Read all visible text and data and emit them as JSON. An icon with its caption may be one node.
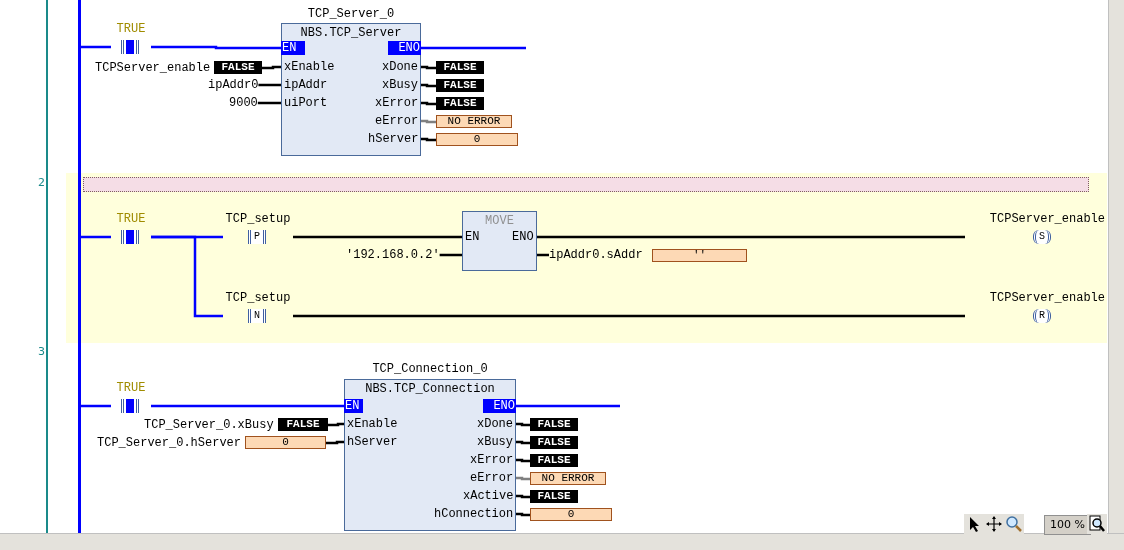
{
  "diagram": {
    "nodes": [
      {
        "text": [],
        "shape": "bar"
      },
      {
        "text": [
          "TRUE"
        ]
      },
      {
        "text": [
          "TCP_Server_0",
          "NBS.TCP_Server"
        ]
      },
      {
        "text": [
          "EN"
        ],
        "in": 2
      },
      {
        "text": [
          "ENO"
        ],
        "in": 2
      },
      {
        "text": [
          "xEnable"
        ],
        "in": 2
      },
      {
        "text": [
          "ipAddr"
        ],
        "in": 2
      },
      {
        "text": [
          "uiPort"
        ],
        "in": 2
      },
      {
        "text": [
          "xDone"
        ],
        "in": 2
      },
      {
        "text": [
          "xBusy"
        ],
        "in": 2
      },
      {
        "text": [
          "xError"
        ],
        "in": 2
      },
      {
        "text": [
          "eError"
        ],
        "in": 2
      },
      {
        "text": [
          "hServer"
        ],
        "in": 2
      },
      {
        "text": [
          "FALSE"
        ],
        "beside": [
          "TCPServer_enable"
        ]
      },
      {
        "text": [
          "ipAddr0"
        ]
      },
      {
        "text": [
          "9000"
        ]
      },
      {
        "text": [
          "FALSE"
        ]
      },
      {
        "text": [
          "FALSE"
        ]
      },
      {
        "text": [
          "FALSE"
        ]
      },
      {
        "text": [
          "NO ERROR"
        ]
      },
      {
        "text": [
          "0"
        ]
      },
      {
        "text": [
          "TRUE"
        ]
      },
      {
        "text": [
          "TCP_setup",
          "P"
        ]
      },
      {
        "text": [
          "MOVE"
        ]
      },
      {
        "text": [
          "EN"
        ],
        "in": 23
      },
      {
        "text": [
          "ENO"
        ],
        "in": 23
      },
      {
        "text": [
          "'192.168.0.2'"
        ]
      },
      {
        "text": [
          "ipAddr0.sAddr"
        ]
      },
      {
        "text": [
          "''"
        ]
      },
      {
        "text": [
          "TCPServer_enable",
          "S"
        ]
      },
      {
        "text": [
          "TCP_setup",
          "N"
        ]
      },
      {
        "text": [
          "TCPServer_enable",
          "R"
        ]
      },
      {
        "text": [
          "TRUE"
        ]
      },
      {
        "text": [
          "TCP_Connection_0",
          "NBS.TCP_Connection"
        ]
      },
      {
        "text": [
          "EN"
        ],
        "in": 33
      },
      {
        "text": [
          "ENO"
        ],
        "in": 33
      },
      {
        "text": [
          "xEnable"
        ],
        "in": 33
      },
      {
        "text": [
          "hServer"
        ],
        "in": 33
      },
      {
        "text": [
          "xDone"
        ],
        "in": 33
      },
      {
        "text": [
          "xBusy"
        ],
        "in": 33
      },
      {
        "text": [
          "xError"
        ],
        "in": 33
      },
      {
        "text": [
          "eError"
        ],
        "in": 33
      },
      {
        "text": [
          "xActive"
        ],
        "in": 33
      },
      {
        "text": [
          "hConnection"
        ],
        "in": 33
      },
      {
        "text": [
          "FALSE"
        ],
        "beside": [
          "TCP_Server_0.xBusy"
        ]
      },
      {
        "text": [
          "0"
        ],
        "beside": [
          "TCP_Server_0.hServer"
        ]
      },
      {
        "text": [
          "FALSE"
        ]
      },
      {
        "text": [
          "FALSE"
        ]
      },
      {
        "text": [
          "FALSE"
        ]
      },
      {
        "text": [
          "NO ERROR"
        ]
      },
      {
        "text": [
          "FALSE"
        ]
      },
      {
        "text": [
          "0"
        ]
      },
      {
        "text": [],
        "shape": "box"
      }
    ],
    "edges": [
      {
        "from": 0,
        "to": 1,
        "arrow": "none",
        "color": "#0000ff"
      },
      {
        "from": 1,
        "to": 3,
        "arrow": "none",
        "color": "#0000ff"
      },
      {
        "from": 4,
        "to": null,
        "arrow": "none",
        "color": "#0000ff"
      },
      {
        "from": 13,
        "to": 5,
        "arrow": "none"
      },
      {
        "from": 14,
        "to": 6,
        "arrow": "none"
      },
      {
        "from": 15,
        "to": 7,
        "arrow": "none"
      },
      {
        "from": 8,
        "to": 16,
        "arrow": "none"
      },
      {
        "from": 9,
        "to": 17,
        "arrow": "none"
      },
      {
        "from": 10,
        "to": 18,
        "arrow": "none"
      },
      {
        "from": 11,
        "to": 19,
        "arrow": "none",
        "color": "#808080"
      },
      {
        "from": 12,
        "to": 20,
        "arrow": "none"
      },
      {
        "from": 0,
        "to": 21,
        "arrow": "none",
        "color": "#0000ff"
      },
      {
        "from": 21,
        "to": 22,
        "arrow": "none",
        "color": "#0000ff"
      },
      {
        "from": 21,
        "to": 30,
        "arrow": "none",
        "color": "#0000ff"
      },
      {
        "from": 22,
        "to": 24,
        "arrow": "none"
      },
      {
        "from": 25,
        "to": 29,
        "arrow": "none"
      },
      {
        "from": 26,
        "to": 23,
        "arrow": "none"
      },
      {
        "from": 23,
        "to": 27,
        "arrow": "none"
      },
      {
        "from": 30,
        "to": 31,
        "arrow": "none"
      },
      {
        "from": 0,
        "to": 32,
        "arrow": "none",
        "color": "#0000ff"
      },
      {
        "from": 32,
        "to": 34,
        "arrow": "none",
        "color": "#0000ff"
      },
      {
        "from": 35,
        "to": null,
        "arrow": "none",
        "color": "#0000ff"
      },
      {
        "from": 44,
        "to": 36,
        "arrow": "none"
      },
      {
        "from": 45,
        "to": 37,
        "arrow": "none"
      },
      {
        "from": 38,
        "to": 46,
        "arrow": "none"
      },
      {
        "from": 39,
        "to": 47,
        "arrow": "none"
      },
      {
        "from": 40,
        "to": 48,
        "arrow": "none"
      },
      {
        "from": 41,
        "to": 49,
        "arrow": "none",
        "color": "#808080"
      },
      {
        "from": 42,
        "to": 50,
        "arrow": "none"
      },
      {
        "from": 43,
        "to": 51,
        "arrow": "none"
      }
    ],
    "labels": [
      "2",
      "3",
      "100 %"
    ]
  }
}
